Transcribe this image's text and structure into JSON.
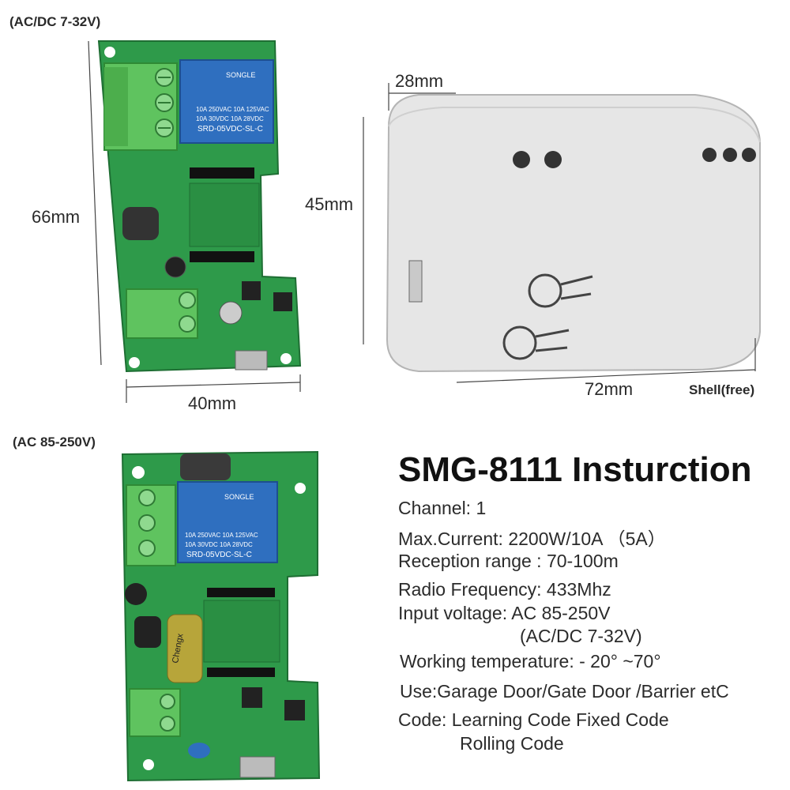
{
  "labels": {
    "top_board": "(AC/DC 7-32V)",
    "bottom_board": "(AC 85-250V)",
    "shell": "Shell(free)"
  },
  "dimensions": {
    "board_height": "66mm",
    "board_width": "40mm",
    "shell_depth": "28mm",
    "shell_height": "45mm",
    "shell_width": "72mm"
  },
  "relay": {
    "brand": "SONGLE",
    "line1": "10A 250VAC 10A 125VAC",
    "line2": "10A 30VDC 10A 28VDC",
    "model": "SRD-05VDC-SL-C"
  },
  "capacitor_brand": "Chengx",
  "instruction": {
    "title": "SMG-8111 Insturction",
    "specs": [
      "Channel: 1",
      "Max.Current: 2200W/10A （5A）",
      "Reception range : 70-100m",
      "Radio Frequency: 433Mhz",
      "Input voltage: AC 85-250V",
      "(AC/DC 7-32V)",
      "Working temperature: - 20° ~70°",
      "Use:Garage Door/Gate Door /Barrier etC",
      "Code: Learning Code Fixed Code",
      "Rolling Code"
    ]
  },
  "colors": {
    "pcb": "#2e9a4a",
    "relay": "#2f6fbf",
    "terminal": "#5fc35f",
    "shell": "#e6e6e6"
  }
}
